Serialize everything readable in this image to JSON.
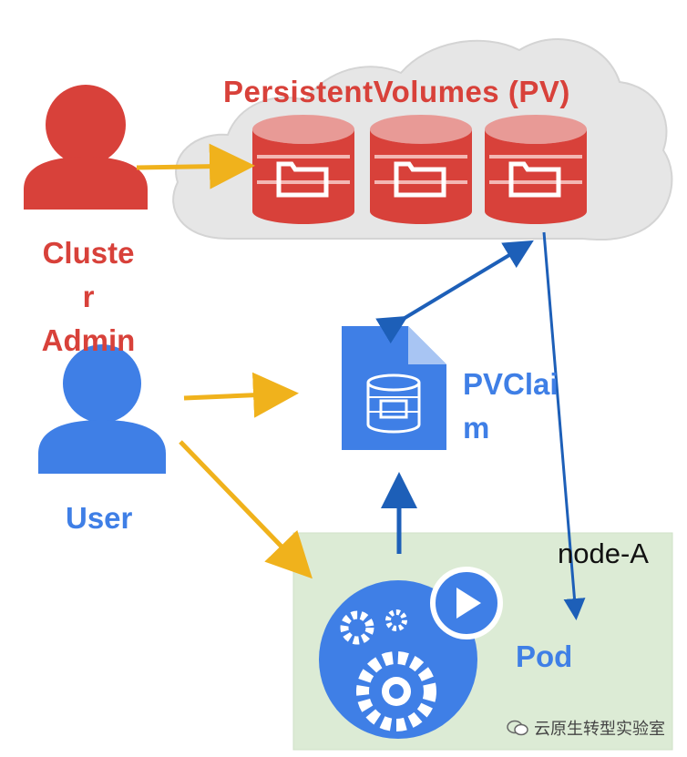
{
  "pv_title": "PersistentVolumes (PV)",
  "admin_label": [
    "Cluste",
    "r",
    "Admin"
  ],
  "user_label": "User",
  "pvc_label": [
    "PVClai",
    "m"
  ],
  "node_label": "node-A",
  "pod_label": "Pod",
  "watermark": "云原生转型实验室",
  "colors": {
    "admin_red": "#d8413a",
    "user_blue": "#3f7fe6",
    "arrow_yellow": "#f0b21c",
    "arrow_blue": "#1d5fb8",
    "cloud_gray": "#e6e6e6",
    "node_green": "#dcebd5"
  }
}
